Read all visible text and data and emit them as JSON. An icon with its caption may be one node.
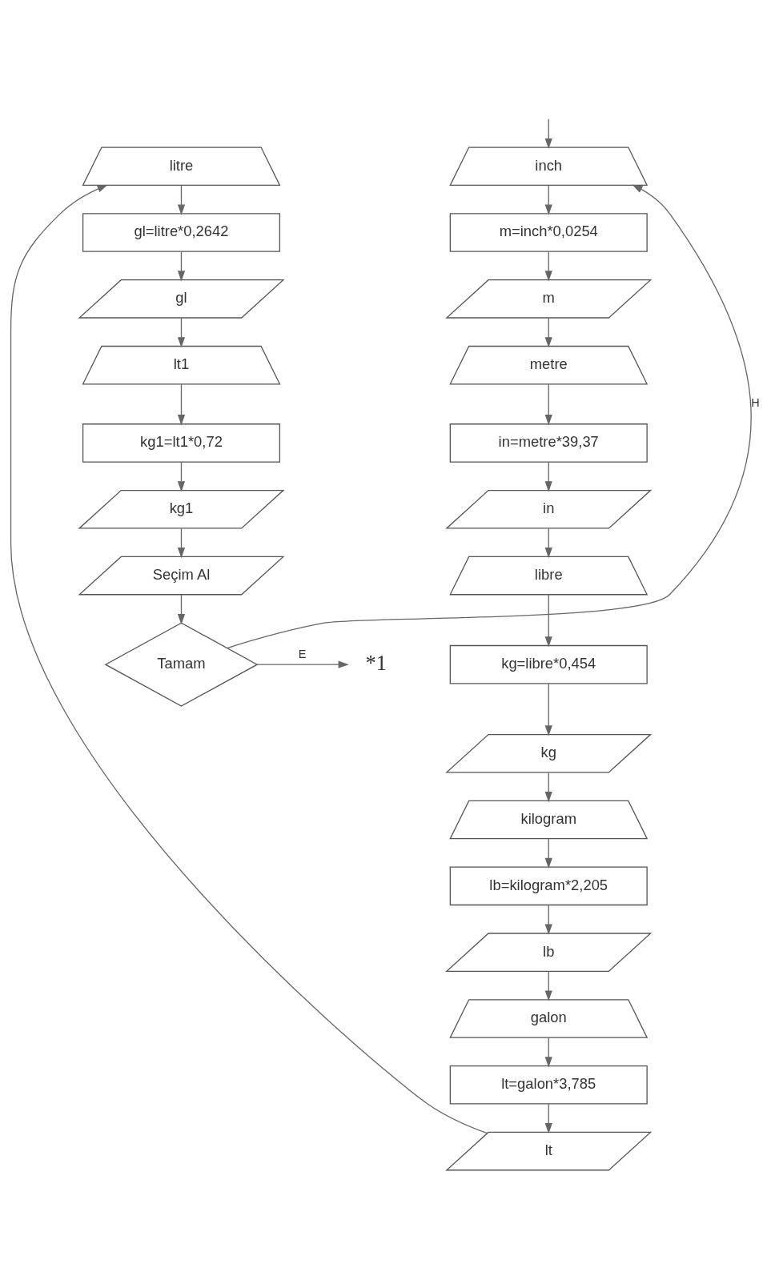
{
  "diagram": {
    "nodes": [
      {
        "text": [
          "inch"
        ]
      },
      {
        "text": [
          "m=inch*0,0254"
        ]
      },
      {
        "text": [
          "m"
        ]
      },
      {
        "text": [
          "metre"
        ]
      },
      {
        "text": [
          "in=metre*39,37"
        ]
      },
      {
        "text": [
          "in"
        ]
      },
      {
        "text": [
          "libre"
        ]
      },
      {
        "text": [
          "kg=libre*0,454"
        ]
      },
      {
        "text": [
          "kg"
        ]
      },
      {
        "text": [
          "kilogram"
        ]
      },
      {
        "text": [
          "lb=kilogram*2,205"
        ]
      },
      {
        "text": [
          "lb"
        ]
      },
      {
        "text": [
          "galon"
        ]
      },
      {
        "text": [
          "lt=galon*3,785"
        ]
      },
      {
        "text": [
          "lt"
        ]
      },
      {
        "text": [
          "litre"
        ]
      },
      {
        "text": [
          "gl=litre*0,2642"
        ]
      },
      {
        "text": [
          "gl"
        ]
      },
      {
        "text": [
          "lt1"
        ]
      },
      {
        "text": [
          "kg1=lt1*0,72"
        ]
      },
      {
        "text": [
          "kg1"
        ]
      },
      {
        "text": [
          "Seçim Al"
        ]
      },
      {
        "text": [
          "Tamam"
        ]
      },
      {
        "text": [
          "*1"
        ]
      }
    ],
    "edges": [
      {
        "from": null,
        "to": 0,
        "arrow": "to"
      },
      {
        "from": 0,
        "to": 1,
        "arrow": "to"
      },
      {
        "from": 1,
        "to": 2,
        "arrow": "to"
      },
      {
        "from": 2,
        "to": 3,
        "arrow": "to"
      },
      {
        "from": 3,
        "to": 4,
        "arrow": "to"
      },
      {
        "from": 4,
        "to": 5,
        "arrow": "to"
      },
      {
        "from": 5,
        "to": 6,
        "arrow": "to"
      },
      {
        "from": 6,
        "to": 7,
        "arrow": "to"
      },
      {
        "from": 7,
        "to": 8,
        "arrow": "to"
      },
      {
        "from": 8,
        "to": 9,
        "arrow": "to"
      },
      {
        "from": 9,
        "to": 10,
        "arrow": "to"
      },
      {
        "from": 10,
        "to": 11,
        "arrow": "to"
      },
      {
        "from": 11,
        "to": 12,
        "arrow": "to"
      },
      {
        "from": 12,
        "to": 13,
        "arrow": "to"
      },
      {
        "from": 13,
        "to": 14,
        "arrow": "to"
      },
      {
        "from": 14,
        "to": 15,
        "arrow": "to"
      },
      {
        "from": 15,
        "to": 16,
        "arrow": "to"
      },
      {
        "from": 16,
        "to": 17,
        "arrow": "to"
      },
      {
        "from": 17,
        "to": 18,
        "arrow": "to"
      },
      {
        "from": 18,
        "to": 19,
        "arrow": "to"
      },
      {
        "from": 19,
        "to": 20,
        "arrow": "to"
      },
      {
        "from": 20,
        "to": 21,
        "arrow": "to"
      },
      {
        "from": 21,
        "to": 22,
        "arrow": "to"
      },
      {
        "from": 22,
        "to": 23,
        "label": "E",
        "arrow": "to"
      },
      {
        "from": 22,
        "to": 0,
        "label": "H",
        "arrow": "to"
      }
    ]
  }
}
